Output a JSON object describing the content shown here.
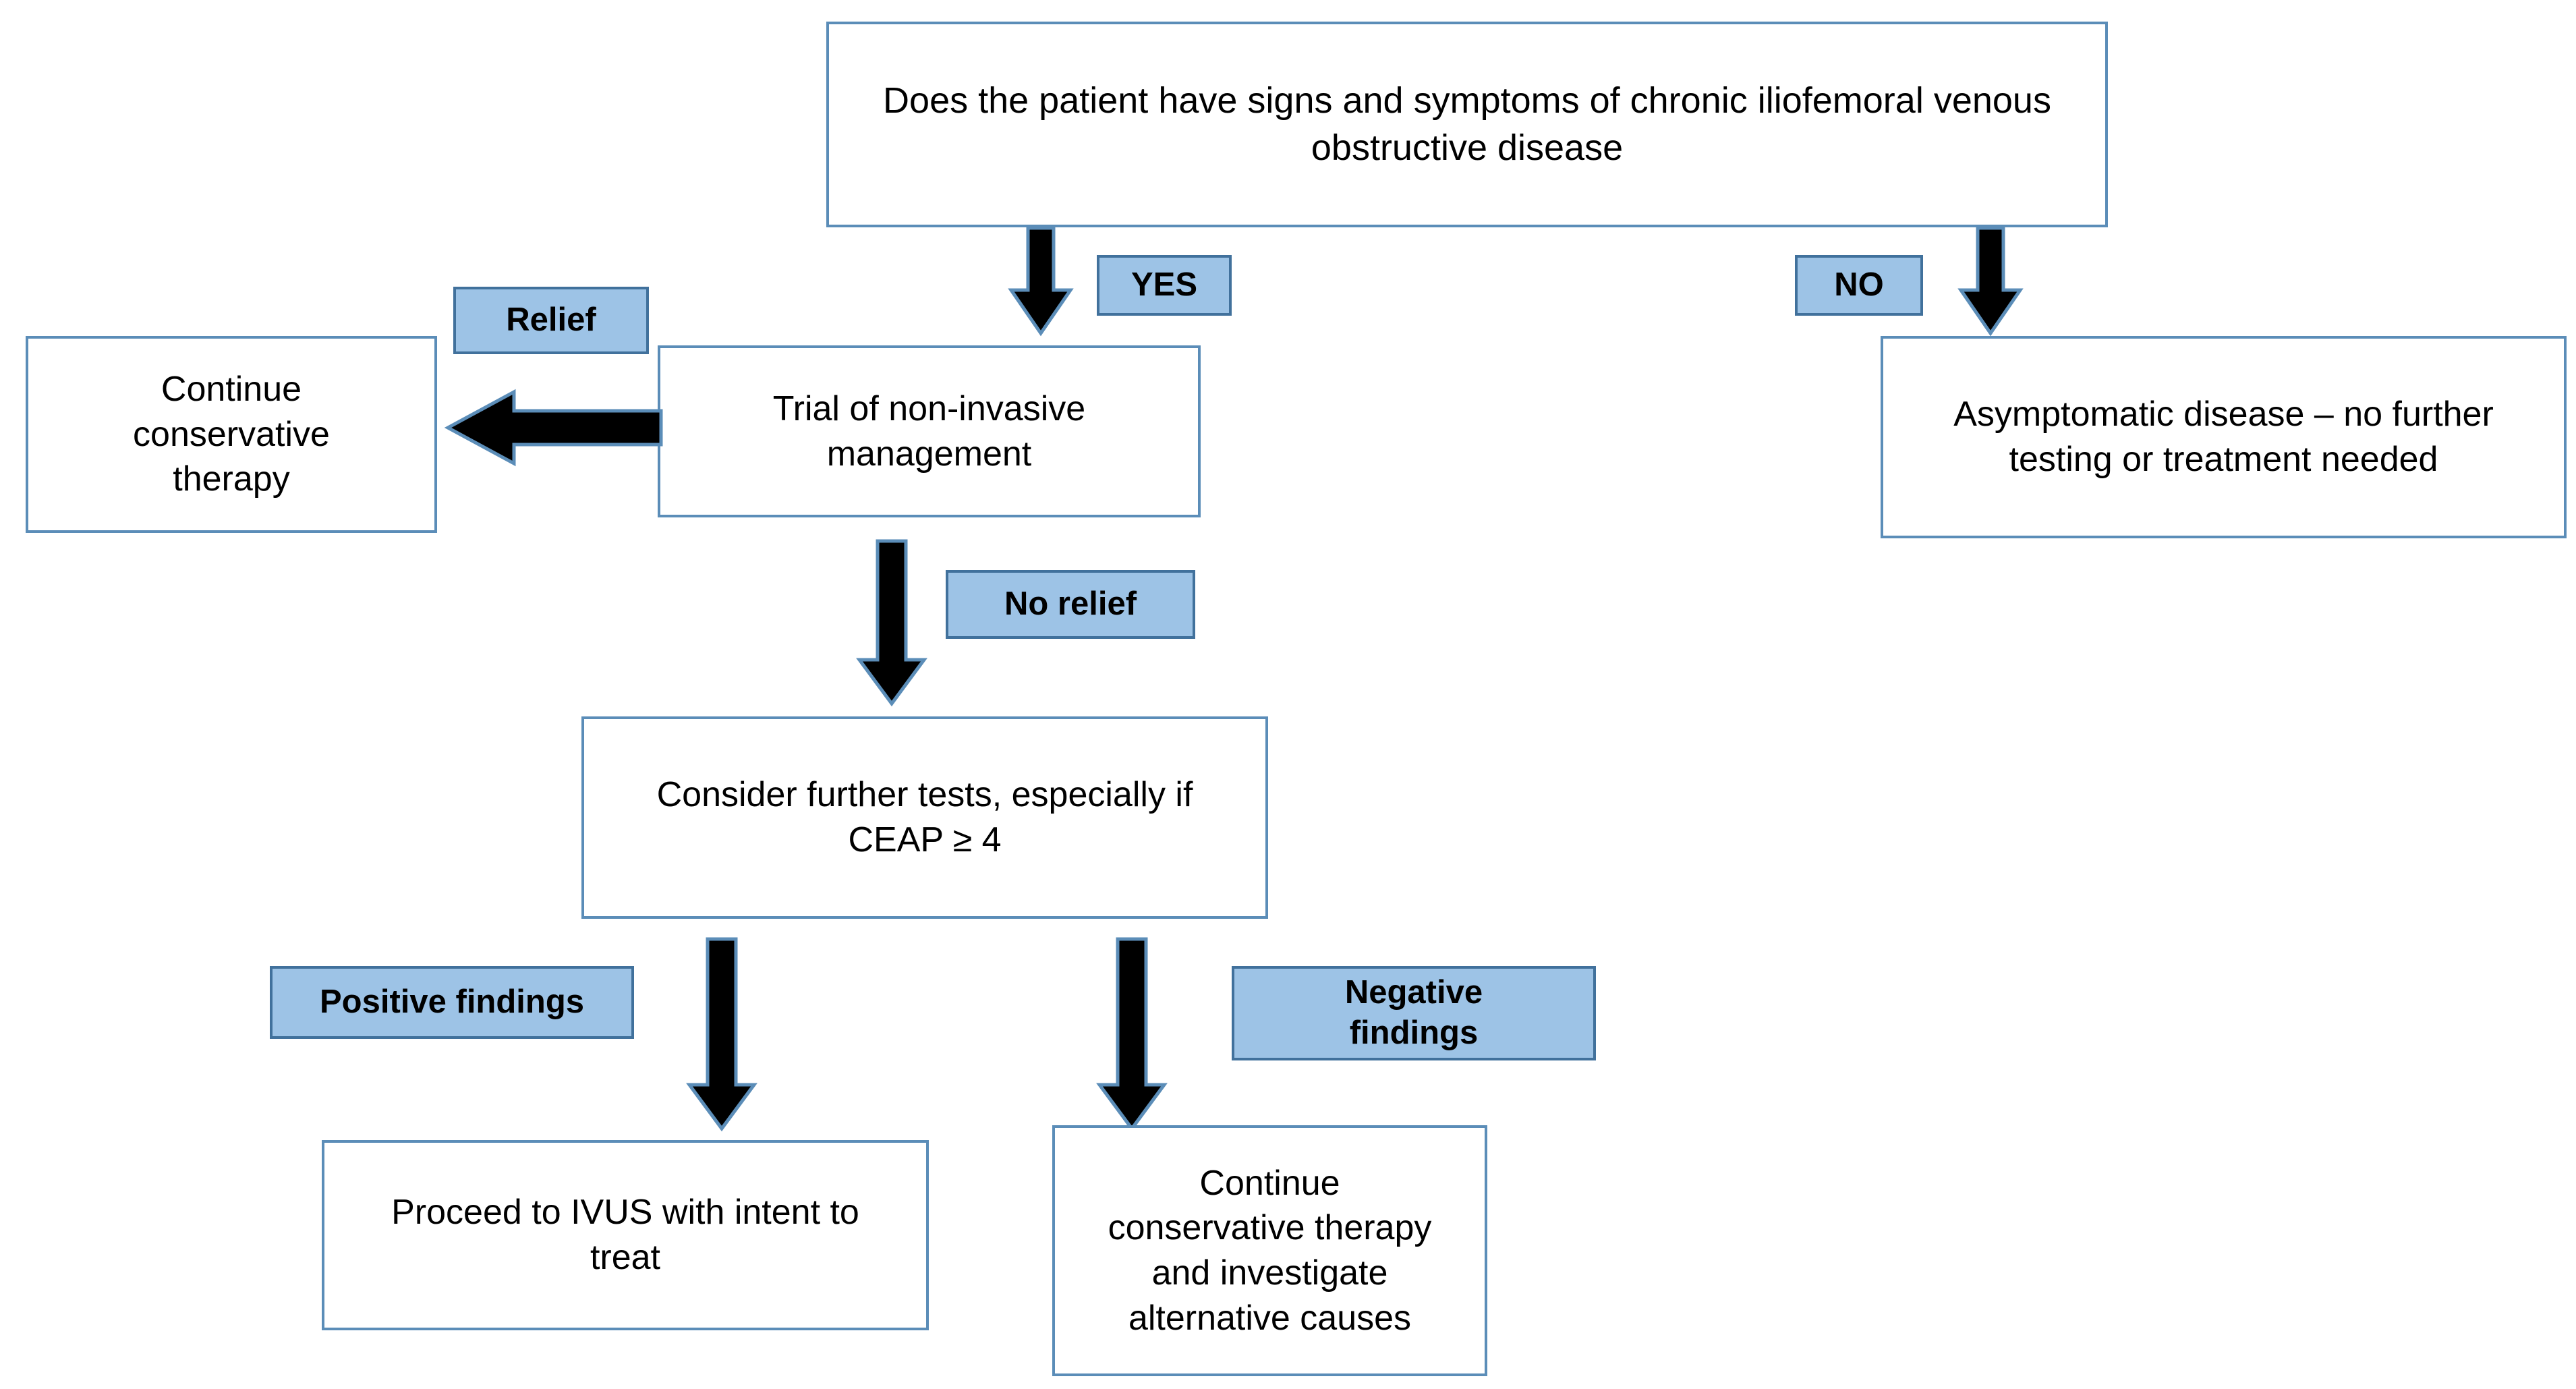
{
  "diagram": {
    "title": "Chronic iliofemoral venous obstructive disease management algorithm",
    "colors": {
      "node_border": "#5B8DB8",
      "node_fill": "#FFFFFF",
      "label_fill": "#9DC3E6",
      "label_border": "#41719C",
      "arrow_fill": "#000000",
      "arrow_outline": "#5B8DB8",
      "text": "#000000",
      "background": "#FFFFFF"
    },
    "nodes": [
      {
        "id": "root-question",
        "text": "Does the patient have signs and symptoms of chronic iliofemoral venous obstructive disease"
      },
      {
        "id": "continue-conservative-therapy",
        "text": "Continue\nconservative\ntherapy"
      },
      {
        "id": "trial-non-invasive-management",
        "text": "Trial of non-invasive\nmanagement"
      },
      {
        "id": "asymptomatic-disease",
        "text": "Asymptomatic disease – no further\ntesting or treatment needed"
      },
      {
        "id": "consider-further-tests",
        "text": "Consider further tests, especially if\nCEAP ≥ 4"
      },
      {
        "id": "proceed-to-ivus",
        "text": "Proceed to IVUS with intent to\ntreat"
      },
      {
        "id": "continue-and-investigate",
        "text": "Continue\nconservative therapy\nand investigate\nalternative causes"
      }
    ],
    "edge_labels": [
      {
        "id": "yes",
        "text": "YES"
      },
      {
        "id": "no",
        "text": "NO"
      },
      {
        "id": "relief",
        "text": "Relief"
      },
      {
        "id": "no-relief",
        "text": "No relief"
      },
      {
        "id": "positive-findings",
        "text": "Positive findings"
      },
      {
        "id": "negative-findings",
        "text": "Negative\nfindings"
      }
    ],
    "arrows": [
      {
        "id": "root-to-trial",
        "direction": "down"
      },
      {
        "id": "root-to-asymptomatic",
        "direction": "down"
      },
      {
        "id": "trial-to-conservative",
        "direction": "left"
      },
      {
        "id": "trial-to-tests",
        "direction": "down"
      },
      {
        "id": "tests-to-ivus",
        "direction": "down"
      },
      {
        "id": "tests-to-investigate",
        "direction": "down"
      }
    ]
  }
}
